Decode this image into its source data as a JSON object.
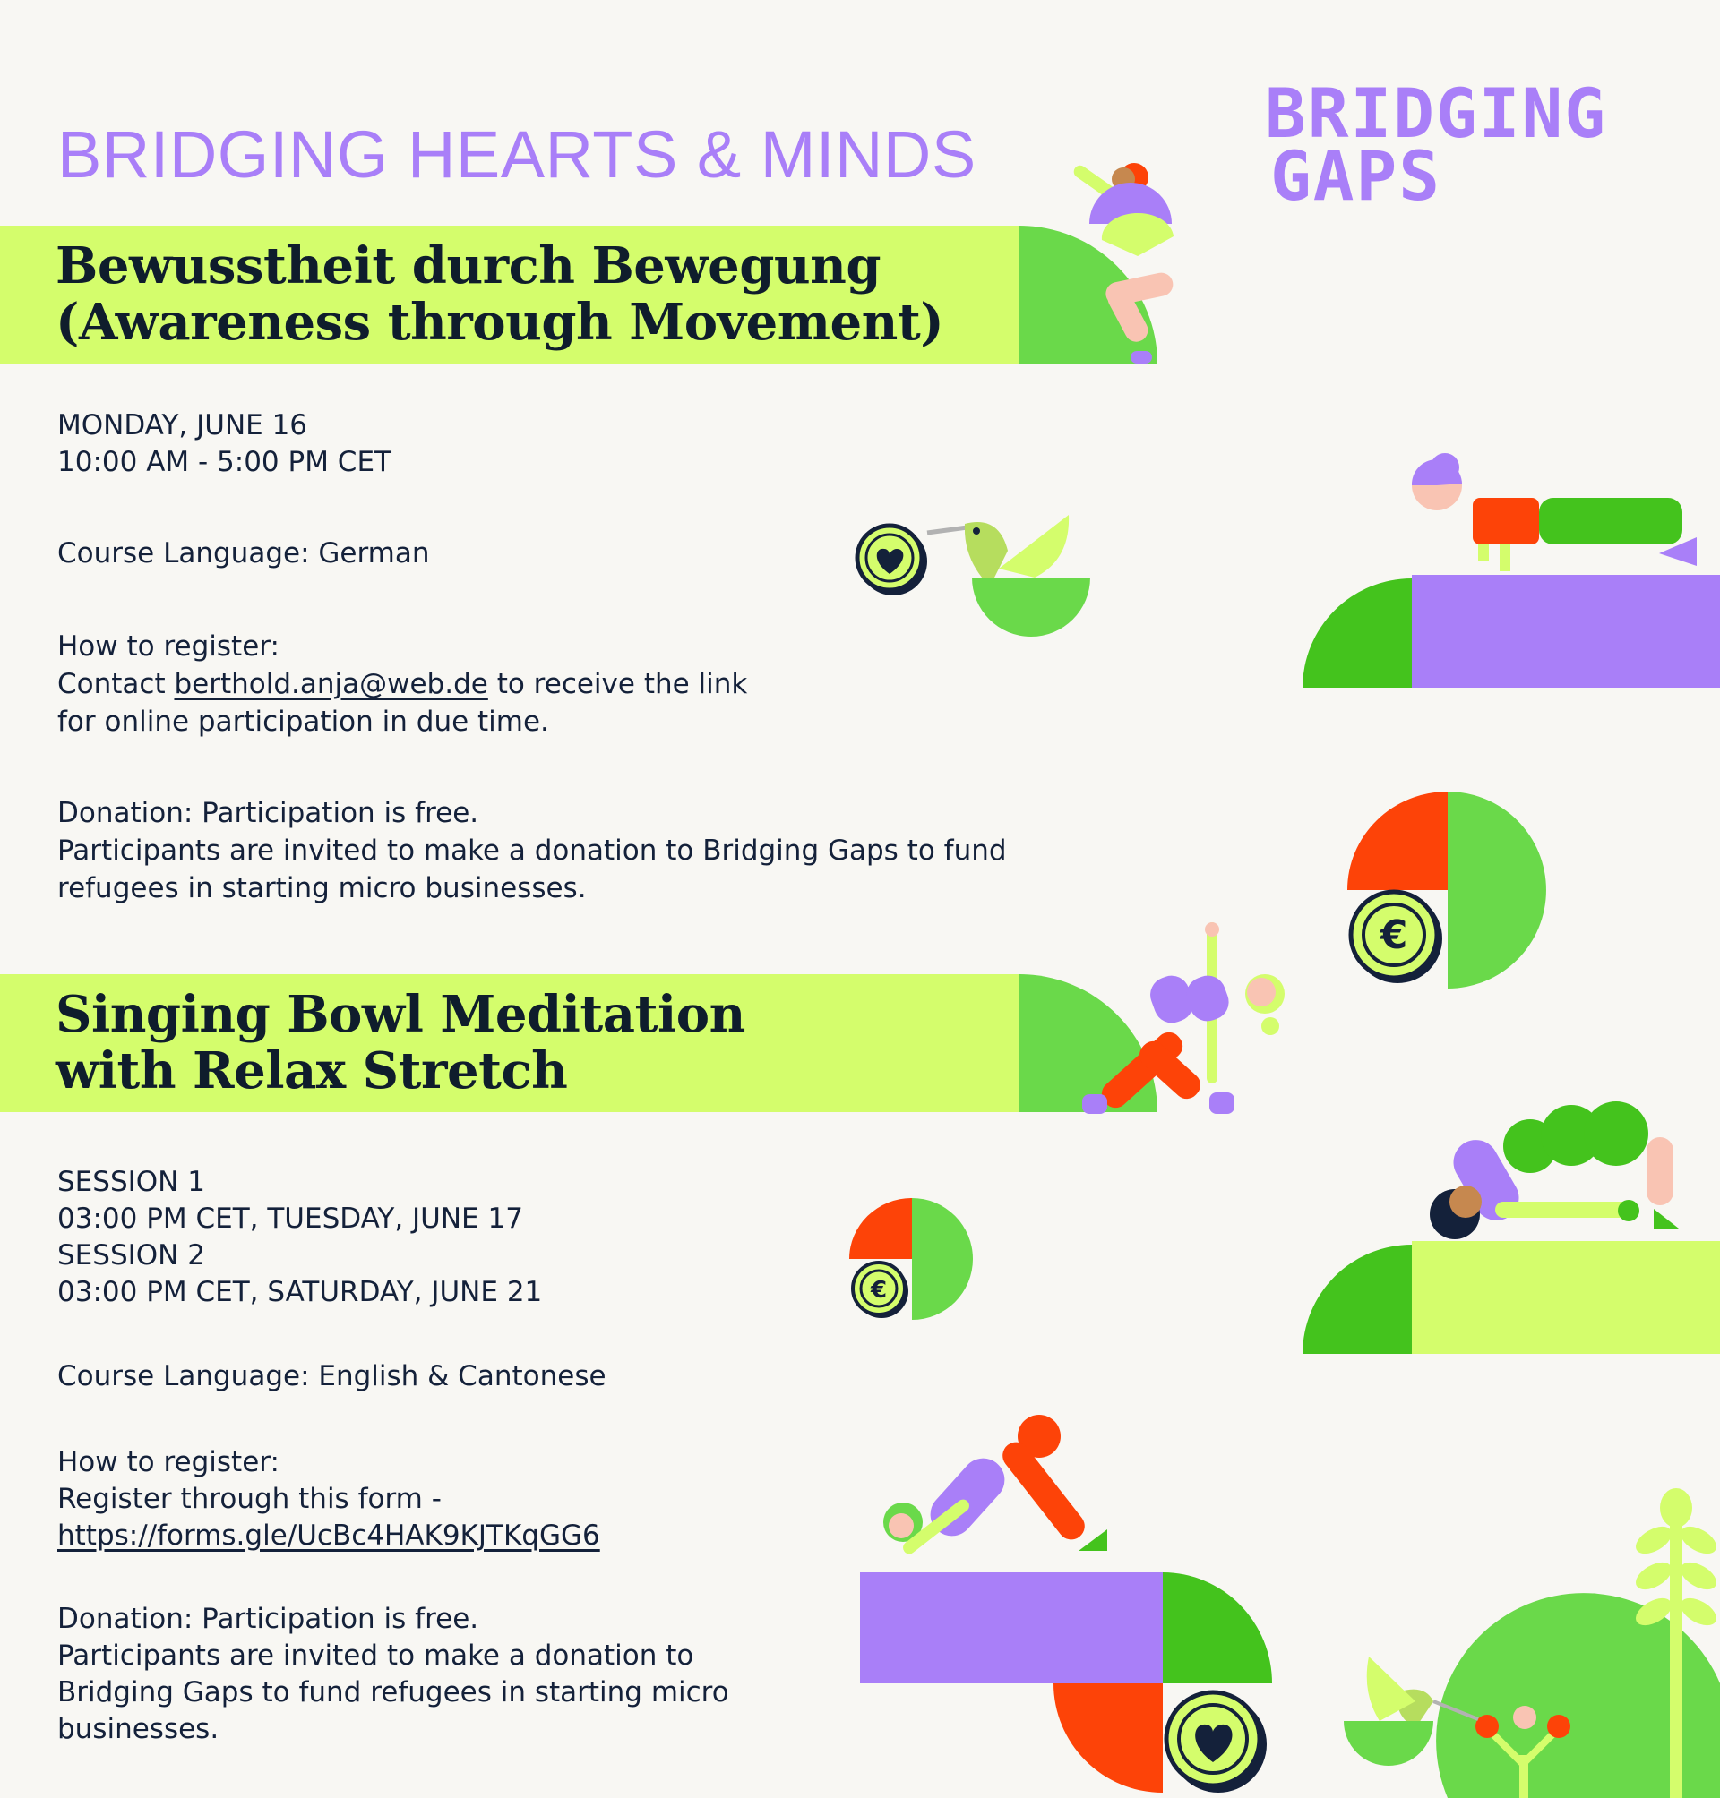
{
  "header": {
    "headline": "BRIDGING HEARTS & MINDS",
    "logo_line1": "BRIDGING",
    "logo_line2": "GAPS"
  },
  "event1": {
    "title_line1": "Bewusstheit durch Bewegung",
    "title_line2": "(Awareness through Movement)",
    "date": "MONDAY, JUNE 16",
    "time": "10:00 AM - 5:00 PM CET",
    "language": "Course Language: German",
    "register_heading": "How to register:",
    "register_prefix": "Contact",
    "register_email": "berthold.anja@web.de",
    "register_suffix": "to receive the link",
    "register_line3": "for online participation in due time.",
    "donation_line1": "Donation: Participation is free.",
    "donation_line2": "Participants are invited to make a donation to Bridging Gaps to fund",
    "donation_line3": "refugees in starting micro businesses."
  },
  "event2": {
    "title_line1": "Singing Bowl Meditation",
    "title_line2": "with Relax Stretch",
    "session1_label": "SESSION 1",
    "session1_time": "03:00 PM CET, TUESDAY, JUNE 17",
    "session2_label": "SESSION 2",
    "session2_time": "03:00 PM CET, SATURDAY, JUNE 21",
    "language": "Course Language: English & Cantonese",
    "register_heading": "How to register:",
    "register_line2": "Register through this form -",
    "register_link": "https://forms.gle/UcBc4HAK9KJTKqGG6",
    "donation_line1": "Donation: Participation is free.",
    "donation_line2": "Participants are invited to make a donation to",
    "donation_line3": "Bridging Gaps to fund refugees in starting micro",
    "donation_line4": "businesses."
  },
  "colors": {
    "purple": "#a97ff8",
    "lime": "#d4fd6c",
    "green": "#6ad94a",
    "dark_green": "#44c31d",
    "orange_red": "#fd4308",
    "navy": "#14213a",
    "background": "#f8f7f3"
  },
  "icons": [
    "euro-coin-icon",
    "heart-coin-icon",
    "hummingbird-icon",
    "yoga-figure-icon",
    "plant-icon"
  ]
}
